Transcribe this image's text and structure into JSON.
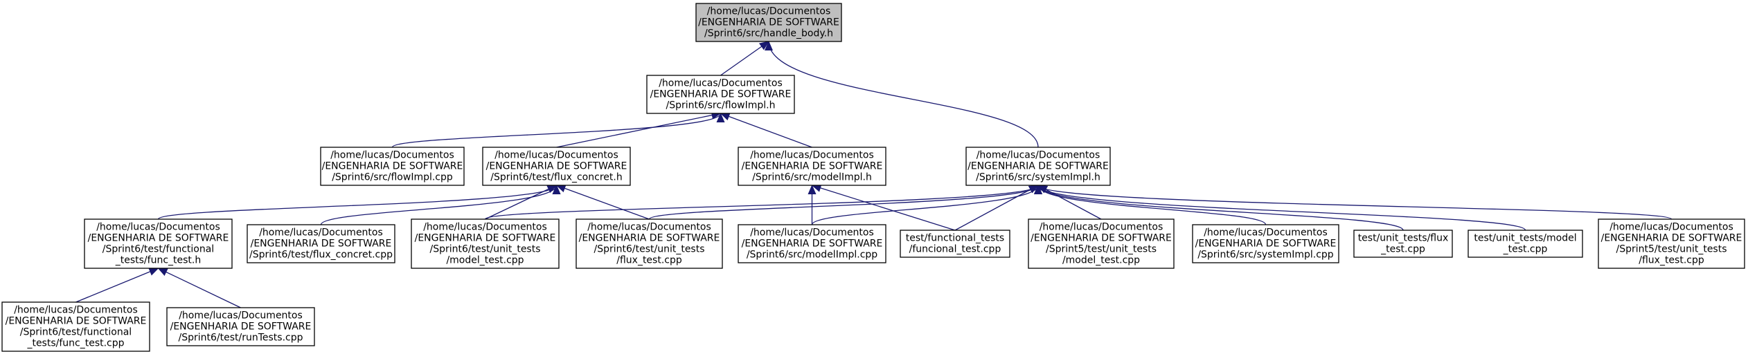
{
  "style": {
    "edge_color": "#191970",
    "root_fill": "#bfbfbf",
    "node_fill": "#ffffff",
    "border_color": "#000000"
  },
  "nodes": [
    {
      "id": "handle_body_h",
      "root": true,
      "lines": [
        "/home/lucas/Documentos",
        "/ENGENHARIA DE SOFTWARE",
        "/Sprint6/src/handle_body.h"
      ]
    },
    {
      "id": "flowImpl_h",
      "lines": [
        "/home/lucas/Documentos",
        "/ENGENHARIA DE SOFTWARE",
        "/Sprint6/src/flowImpl.h"
      ]
    },
    {
      "id": "flowImpl_cpp",
      "lines": [
        "/home/lucas/Documentos",
        "/ENGENHARIA DE SOFTWARE",
        "/Sprint6/src/flowImpl.cpp"
      ]
    },
    {
      "id": "flux_concret_h",
      "lines": [
        "/home/lucas/Documentos",
        "/ENGENHARIA DE SOFTWARE",
        "/Sprint6/test/flux_concret.h"
      ]
    },
    {
      "id": "modelImpl_h",
      "lines": [
        "/home/lucas/Documentos",
        "/ENGENHARIA DE SOFTWARE",
        "/Sprint6/src/modelImpl.h"
      ]
    },
    {
      "id": "systemImpl_h",
      "lines": [
        "/home/lucas/Documentos",
        "/ENGENHARIA DE SOFTWARE",
        "/Sprint6/src/systemImpl.h"
      ]
    },
    {
      "id": "func_test_h",
      "lines": [
        "/home/lucas/Documentos",
        "/ENGENHARIA DE SOFTWARE",
        "/Sprint6/test/functional",
        "_tests/func_test.h"
      ]
    },
    {
      "id": "flux_concret_cpp",
      "lines": [
        "/home/lucas/Documentos",
        "/ENGENHARIA DE SOFTWARE",
        "/Sprint6/test/flux_concret.cpp"
      ]
    },
    {
      "id": "s6_model_test_cpp",
      "lines": [
        "/home/lucas/Documentos",
        "/ENGENHARIA DE SOFTWARE",
        "/Sprint6/test/unit_tests",
        "/model_test.cpp"
      ]
    },
    {
      "id": "s6_flux_test_cpp",
      "lines": [
        "/home/lucas/Documentos",
        "/ENGENHARIA DE SOFTWARE",
        "/Sprint6/test/unit_tests",
        "/flux_test.cpp"
      ]
    },
    {
      "id": "modelImpl_cpp",
      "lines": [
        "/home/lucas/Documentos",
        "/ENGENHARIA DE SOFTWARE",
        "/Sprint6/src/modelImpl.cpp"
      ]
    },
    {
      "id": "funcional_test_cpp",
      "lines": [
        "test/functional_tests",
        "/funcional_test.cpp"
      ]
    },
    {
      "id": "s5_model_test_cpp",
      "lines": [
        "/home/lucas/Documentos",
        "/ENGENHARIA DE SOFTWARE",
        "/Sprint5/test/unit_tests",
        "/model_test.cpp"
      ]
    },
    {
      "id": "systemImpl_cpp",
      "lines": [
        "/home/lucas/Documentos",
        "/ENGENHARIA DE SOFTWARE",
        "/Sprint6/src/systemImpl.cpp"
      ]
    },
    {
      "id": "unit_flux_test_cpp",
      "lines": [
        "test/unit_tests/flux",
        "_test.cpp"
      ]
    },
    {
      "id": "unit_model_test_cpp",
      "lines": [
        "test/unit_tests/model",
        "_test.cpp"
      ]
    },
    {
      "id": "s5_flux_test_cpp",
      "lines": [
        "/home/lucas/Documentos",
        "/ENGENHARIA DE SOFTWARE",
        "/Sprint5/test/unit_tests",
        "/flux_test.cpp"
      ]
    },
    {
      "id": "func_test_cpp",
      "lines": [
        "/home/lucas/Documentos",
        "/ENGENHARIA DE SOFTWARE",
        "/Sprint6/test/functional",
        "_tests/func_test.cpp"
      ]
    },
    {
      "id": "runTests_cpp",
      "lines": [
        "/home/lucas/Documentos",
        "/ENGENHARIA DE SOFTWARE",
        "/Sprint6/test/runTests.cpp"
      ]
    }
  ],
  "edges": [
    {
      "from": "flowImpl_h",
      "to": "handle_body_h"
    },
    {
      "from": "systemImpl_h",
      "to": "handle_body_h"
    },
    {
      "from": "flowImpl_cpp",
      "to": "flowImpl_h"
    },
    {
      "from": "flux_concret_h",
      "to": "flowImpl_h"
    },
    {
      "from": "modelImpl_h",
      "to": "flowImpl_h"
    },
    {
      "from": "func_test_h",
      "to": "flux_concret_h"
    },
    {
      "from": "flux_concret_cpp",
      "to": "flux_concret_h"
    },
    {
      "from": "s6_model_test_cpp",
      "to": "flux_concret_h"
    },
    {
      "from": "s6_flux_test_cpp",
      "to": "flux_concret_h"
    },
    {
      "from": "modelImpl_cpp",
      "to": "modelImpl_h"
    },
    {
      "from": "funcional_test_cpp",
      "to": "modelImpl_h"
    },
    {
      "from": "s6_model_test_cpp",
      "to": "systemImpl_h"
    },
    {
      "from": "s6_flux_test_cpp",
      "to": "systemImpl_h"
    },
    {
      "from": "modelImpl_cpp",
      "to": "systemImpl_h"
    },
    {
      "from": "funcional_test_cpp",
      "to": "systemImpl_h"
    },
    {
      "from": "s5_model_test_cpp",
      "to": "systemImpl_h"
    },
    {
      "from": "systemImpl_cpp",
      "to": "systemImpl_h"
    },
    {
      "from": "unit_flux_test_cpp",
      "to": "systemImpl_h"
    },
    {
      "from": "unit_model_test_cpp",
      "to": "systemImpl_h"
    },
    {
      "from": "s5_flux_test_cpp",
      "to": "systemImpl_h"
    },
    {
      "from": "func_test_cpp",
      "to": "func_test_h"
    },
    {
      "from": "runTests_cpp",
      "to": "func_test_h"
    }
  ]
}
